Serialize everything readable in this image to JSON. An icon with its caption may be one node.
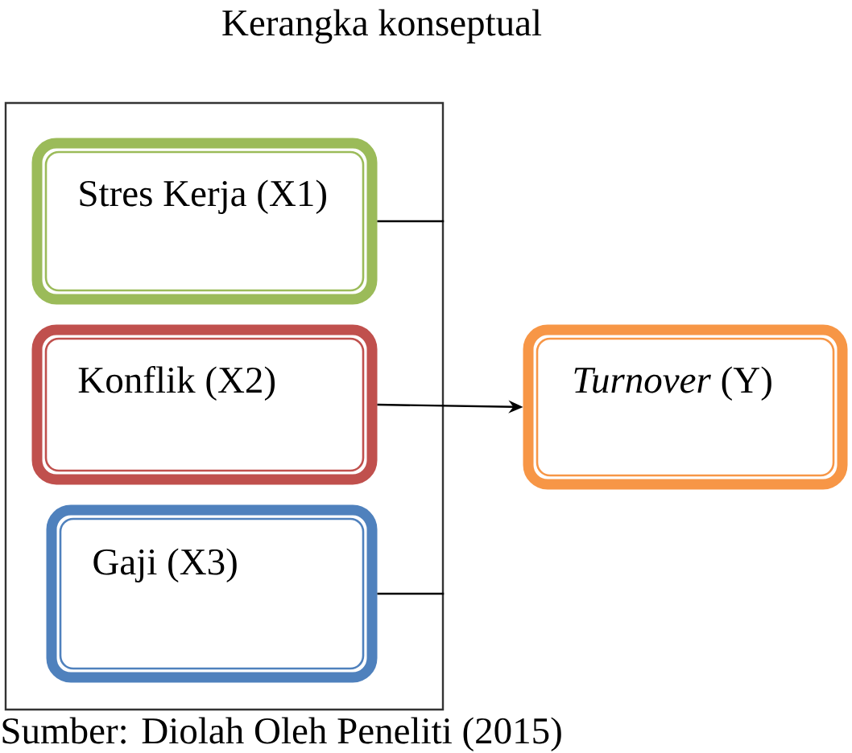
{
  "diagram": {
    "title": "Kerangka konseptual",
    "caption": "Sumber: Diolah Oleh Peneliti (2015)",
    "nodes": [
      {
        "text": [],
        "shape": "box"
      },
      {
        "text": [
          "Stres Kerja (X1)"
        ],
        "in": 0
      },
      {
        "text": [
          "Konflik (X2)"
        ],
        "in": 0
      },
      {
        "text": [
          "Gaji (X3)"
        ],
        "in": 0
      },
      {
        "text": [
          "*Turnover* (Y)"
        ]
      }
    ],
    "edges": [
      {
        "from": 1,
        "to": 0,
        "arrow": "none"
      },
      {
        "from": 2,
        "to": 4,
        "arrow": "to"
      },
      {
        "from": 3,
        "to": 0,
        "arrow": "none"
      }
    ]
  }
}
